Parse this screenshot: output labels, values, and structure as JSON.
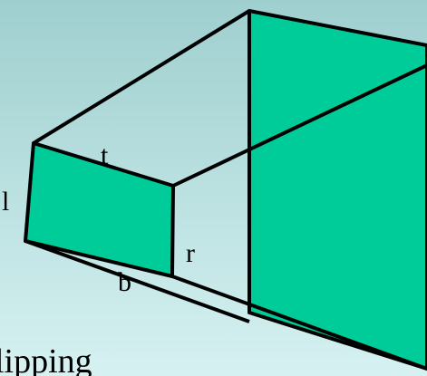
{
  "diagram": {
    "labels": {
      "top": "t",
      "left": "l",
      "right": "r",
      "bottom": "b"
    },
    "caption": "lipping"
  },
  "colors": {
    "background_top": "#9fcfcf",
    "background_bottom": "#d6f1f1",
    "face_fill": "#00cc99",
    "stroke": "#000000"
  }
}
